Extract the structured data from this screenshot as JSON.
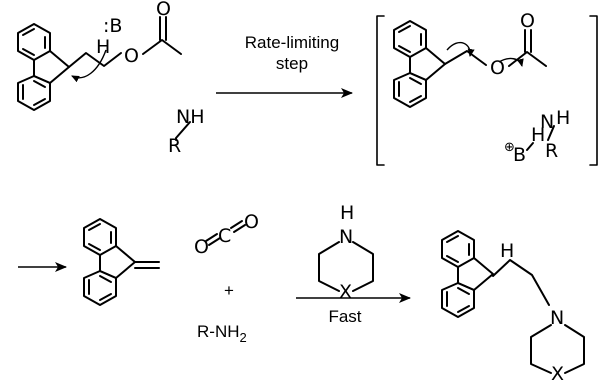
{
  "step1": {
    "base_label": ":B",
    "h_label": "H",
    "o_label": "O",
    "carbonyl_o_label": "O",
    "nh_label": "NH",
    "r_label": "R",
    "arrow_label_line1": "Rate-limiting",
    "arrow_label_line2": "step"
  },
  "intermediate": {
    "o_label": "O",
    "carbonyl_o_label": "O",
    "n_label": "N",
    "h_label": "H",
    "r_label": "R",
    "base_charge": "⊕",
    "base_label": "B",
    "base_h_label": "H"
  },
  "step2": {
    "co2_o1": "O",
    "co2_c": "C",
    "co2_o2": "O",
    "plus": "+",
    "amine_prefix": "R-NH",
    "amine_subscript": "2",
    "piperidine_n": "N",
    "piperidine_h": "H",
    "piperidine_x": "X",
    "arrow_label": "Fast",
    "product_h_label": "H",
    "product_n_label": "N",
    "product_x_label": "X"
  }
}
